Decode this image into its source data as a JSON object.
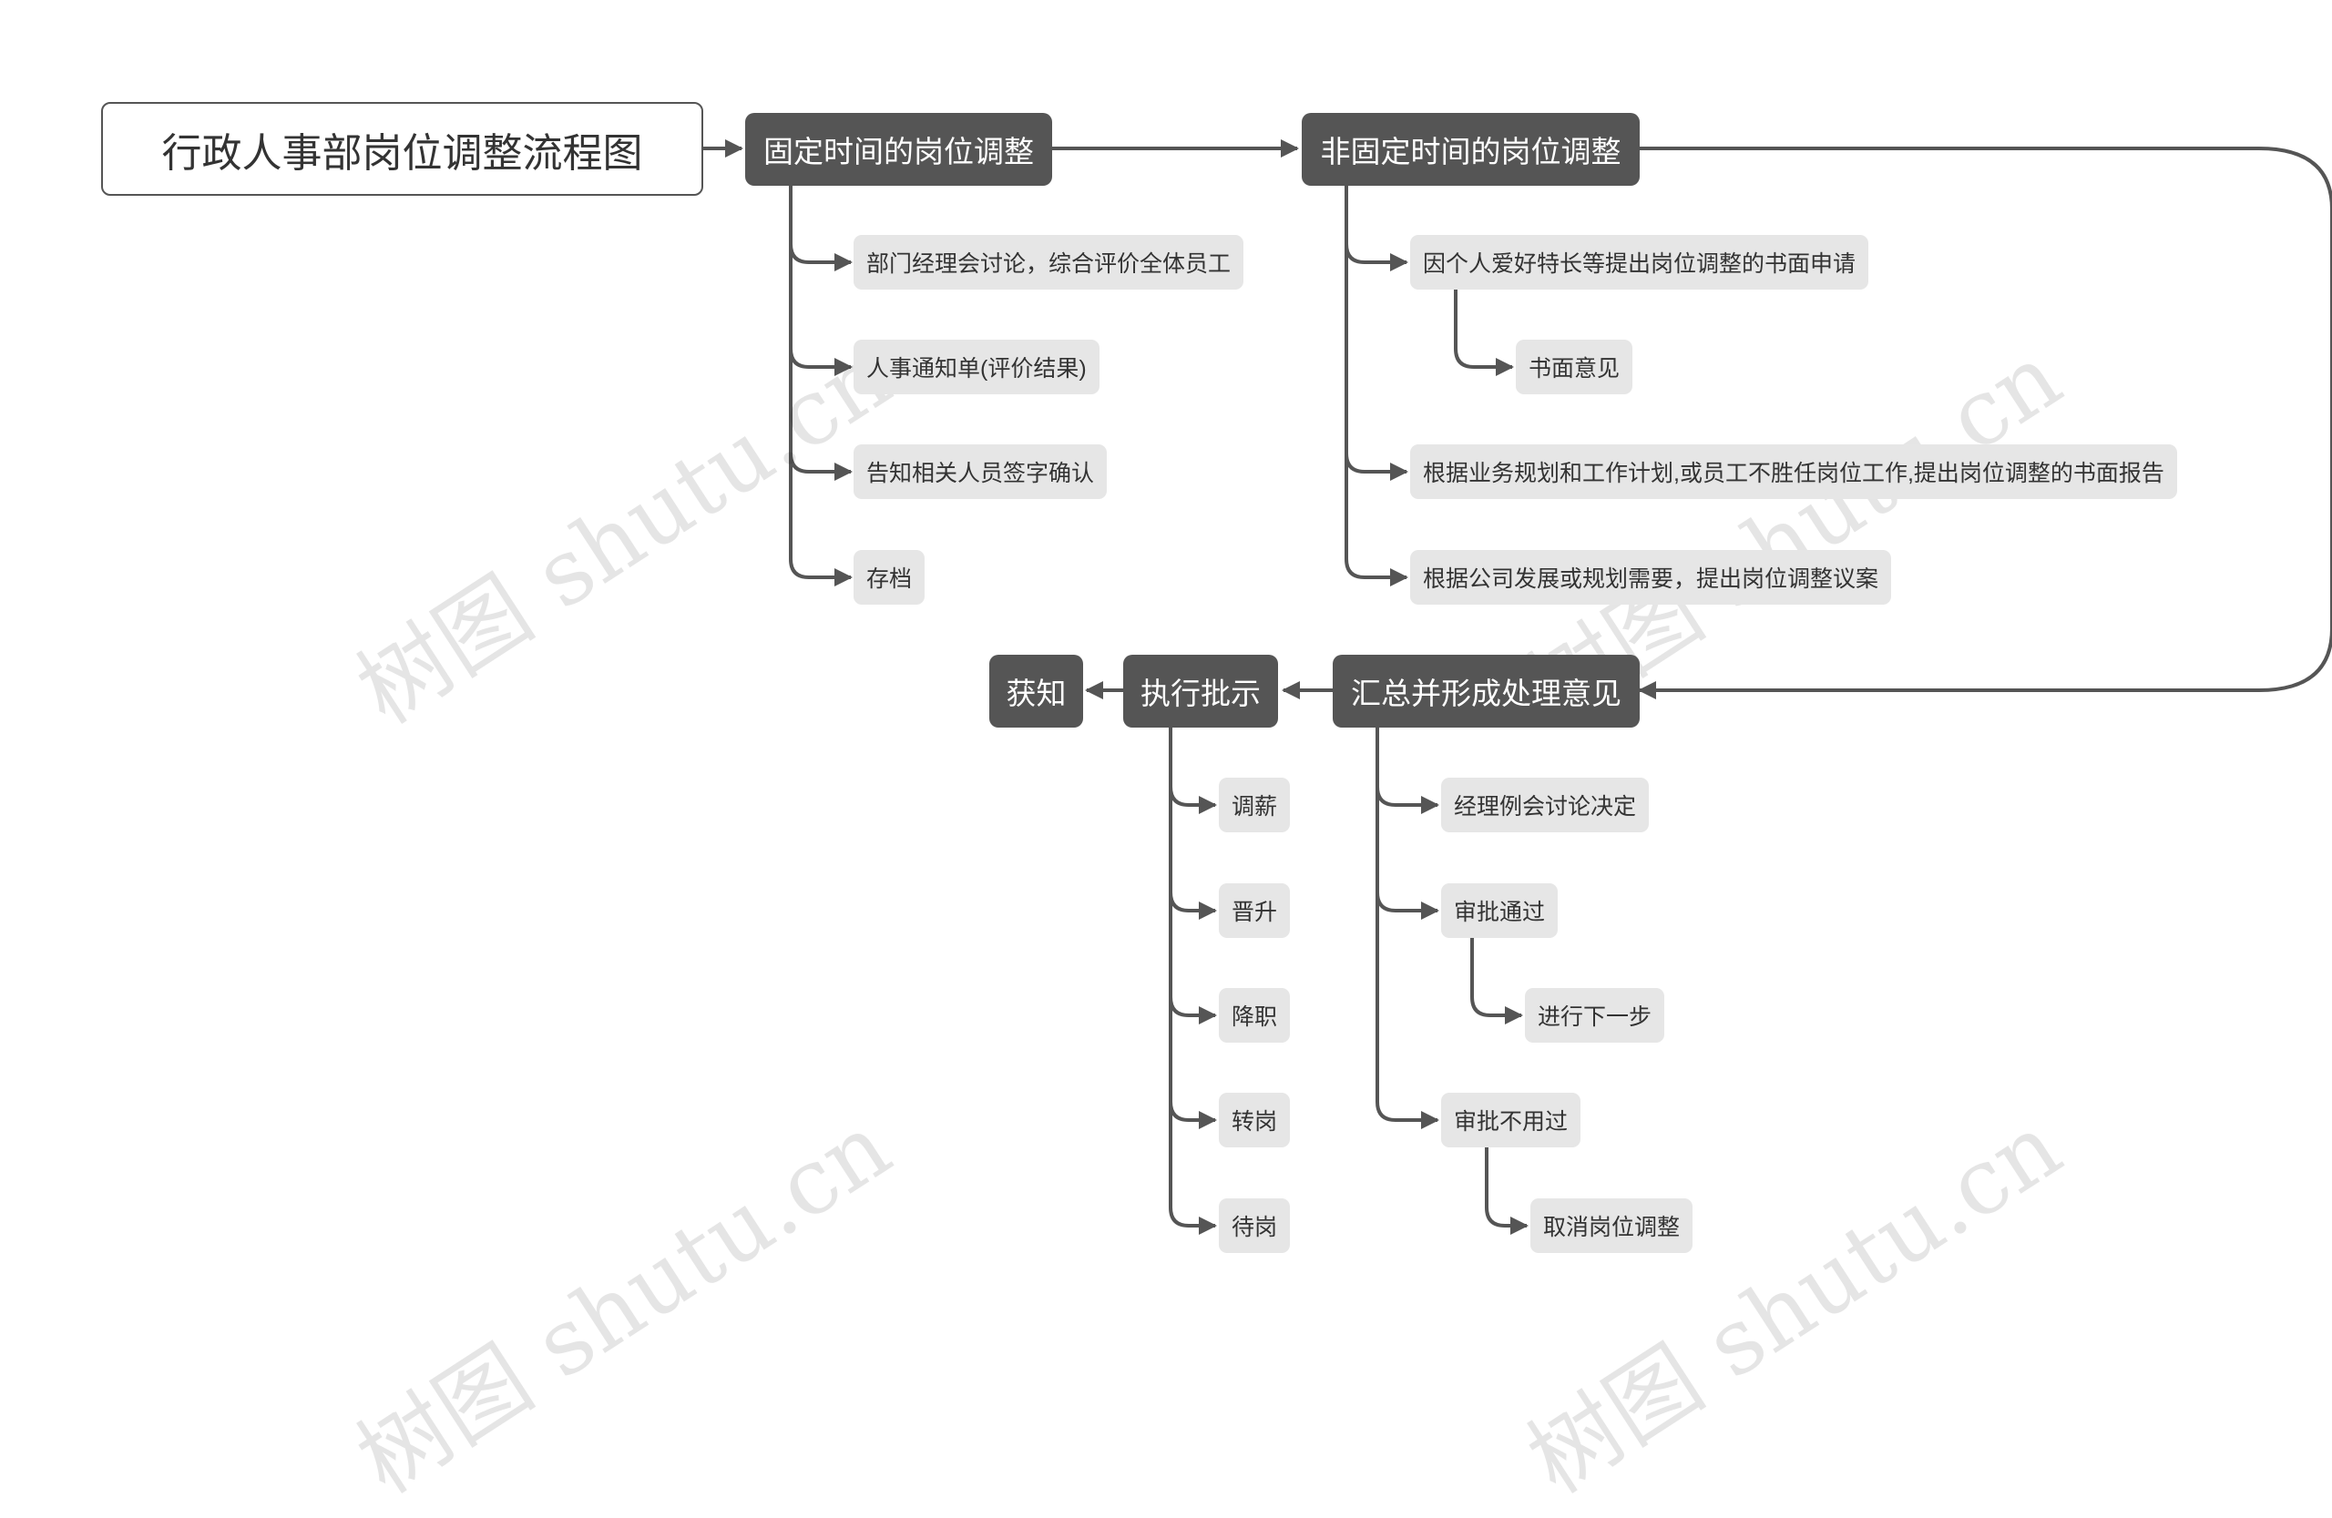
{
  "watermark": "树图 shutu.cn",
  "colors": {
    "line": "#555555",
    "main_node": "#555555",
    "leaf_node": "#e6e6e6",
    "text_dark": "#333333"
  },
  "root": {
    "label": "行政人事部岗位调整流程图"
  },
  "fixed": {
    "label": "固定时间的岗位调整",
    "items": [
      "部门经理会讨论，综合评价全体员工",
      "人事通知单(评价结果)",
      "告知相关人员签字确认",
      "存档"
    ]
  },
  "nonfixed": {
    "label": "非固定时间的岗位调整",
    "items": [
      {
        "label": "因个人爱好特长等提出岗位调整的书面申请",
        "child": "书面意见"
      },
      {
        "label": "根据业务规划和工作计划,或员工不胜任岗位工作,提出岗位调整的书面报告"
      },
      {
        "label": "根据公司发展或规划需要，提出岗位调整议案"
      }
    ]
  },
  "summary": {
    "label": "汇总并形成处理意见",
    "items": [
      {
        "label": "经理例会讨论决定"
      },
      {
        "label": "审批通过",
        "child": "进行下一步"
      },
      {
        "label": "审批不用过",
        "child": "取消岗位调整"
      }
    ]
  },
  "execute": {
    "label": "执行批示",
    "items": [
      "调薪",
      "晋升",
      "降职",
      "转岗",
      "待岗"
    ]
  },
  "notify": {
    "label": "获知"
  }
}
